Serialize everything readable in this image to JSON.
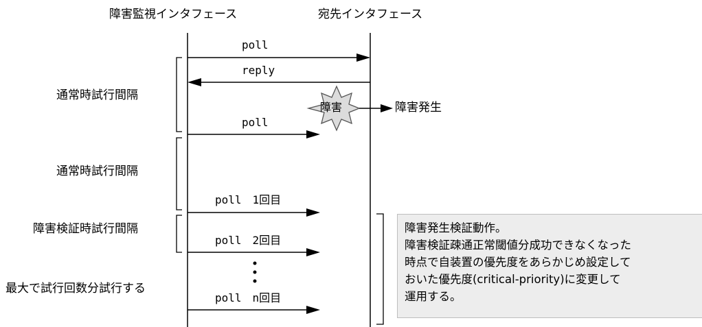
{
  "headers": {
    "monitor_interface": "障害監視インタフェース",
    "destination_interface": "宛先インタフェース"
  },
  "messages": {
    "poll": "poll",
    "reply": "reply",
    "poll2": "poll",
    "poll_1": "poll　1回目",
    "poll_2": "poll　2回目",
    "poll_n": "poll　n回目"
  },
  "intervals": {
    "normal_1": "通常時試行間隔",
    "normal_2": "通常時試行間隔",
    "verify": "障害検証時試行間隔",
    "max_tries": "最大で試行回数分試行する"
  },
  "failure": {
    "burst_label": "障害",
    "event_label": "障害発生"
  },
  "note": {
    "line1": "障害発生検証動作。",
    "line2": "障害検証疎通正常閾値分成功できなくなった",
    "line3": "時点で自装置の優先度をあらかじめ設定して",
    "line4": "おいた優先度(critical-priority)に変更して",
    "line5": "運用する。"
  }
}
